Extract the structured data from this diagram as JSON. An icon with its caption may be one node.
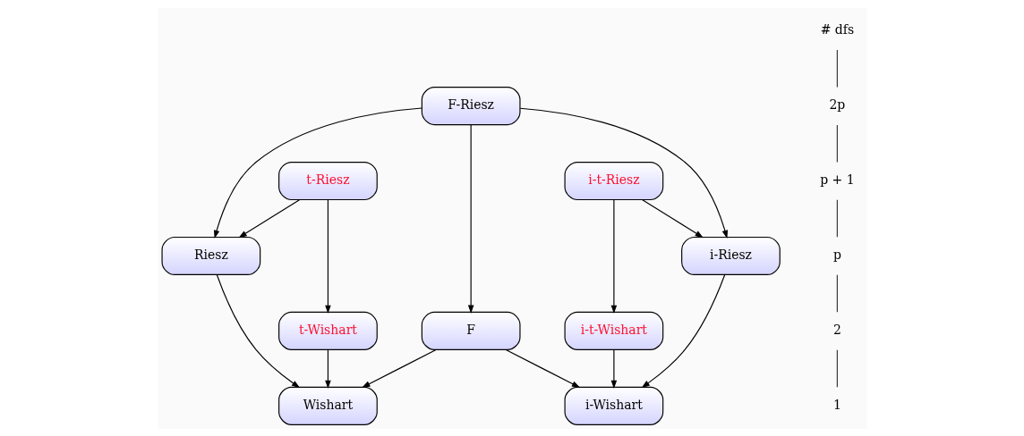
{
  "diagram": {
    "nodes": [
      {
        "text": [
          "F-Riesz"
        ]
      },
      {
        "text": [
          "t-Riesz"
        ]
      },
      {
        "text": [
          "Riesz"
        ]
      },
      {
        "text": [
          "i-Riesz"
        ]
      },
      {
        "text": [
          "i-t-Riesz"
        ]
      },
      {
        "text": [
          "t-Wishart"
        ]
      },
      {
        "text": [
          "F"
        ]
      },
      {
        "text": [
          "i-t-Wishart"
        ]
      },
      {
        "text": [
          "Wishart"
        ]
      },
      {
        "text": [
          "i-Wishart"
        ]
      }
    ],
    "edges": [
      {
        "from": 0,
        "to": 2,
        "arrow": "to"
      },
      {
        "from": 0,
        "to": 6,
        "arrow": "to"
      },
      {
        "from": 0,
        "to": 3,
        "arrow": "to"
      },
      {
        "from": 1,
        "to": 2,
        "arrow": "to"
      },
      {
        "from": 1,
        "to": 5,
        "arrow": "to"
      },
      {
        "from": 4,
        "to": 3,
        "arrow": "to"
      },
      {
        "from": 4,
        "to": 7,
        "arrow": "to"
      },
      {
        "from": 2,
        "to": 8,
        "arrow": "to"
      },
      {
        "from": 3,
        "to": 9,
        "arrow": "to"
      },
      {
        "from": 5,
        "to": 8,
        "arrow": "to"
      },
      {
        "from": 6,
        "to": 8,
        "arrow": "to"
      },
      {
        "from": 6,
        "to": 9,
        "arrow": "to"
      },
      {
        "from": 7,
        "to": 9,
        "arrow": "to"
      }
    ],
    "labels": [
      "# dfs",
      "2p",
      "p + 1",
      "p",
      "2",
      "1"
    ]
  }
}
